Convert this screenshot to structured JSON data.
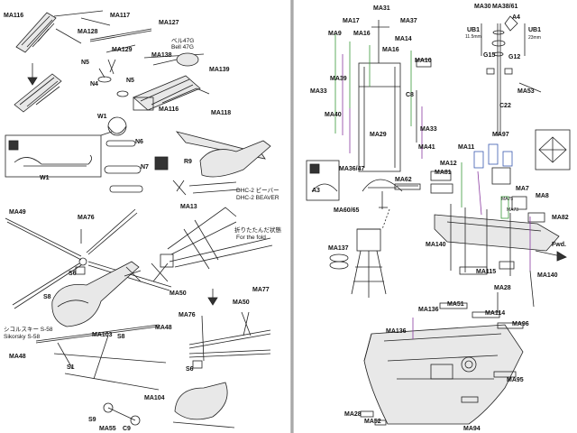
{
  "left_page": {
    "labels": {
      "MA116_top": "MA116",
      "MA117": "MA117",
      "MA127": "MA127",
      "MA128": "MA128",
      "MA129": "MA129",
      "MA138": "MA138",
      "MA139": "MA139",
      "N5_a": "N5",
      "N4": "N4",
      "N5_b": "N5",
      "MA116_mid": "MA116",
      "MA118": "MA118",
      "W1_a": "W1",
      "N6": "N6",
      "N7": "N7",
      "W1_b": "W1",
      "R9": "R9",
      "MA13": "MA13",
      "MA49": "MA49",
      "MA76_a": "MA76",
      "S6_a": "S6",
      "S8_a": "S8",
      "MA50_a": "MA50",
      "MA77": "MA77",
      "MA50_b": "MA50",
      "MA76_b": "MA76",
      "MA103": "MA103",
      "S8_b": "S8",
      "MA48_a": "MA48",
      "MA48_b": "MA48",
      "S1": "S1",
      "S6_b": "S6",
      "MA104": "MA104",
      "S9": "S9",
      "MA55": "MA55",
      "C9": "C9"
    },
    "notes": {
      "bell_jp": "ベル47G",
      "bell_en": "Bell 47G",
      "beaver_jp": "DHC-2 ビーバー",
      "beaver_en": "DHC-2 BEAVER",
      "fold_jp": "折りたたんだ状態",
      "fold_en": "For the fold",
      "sikorsky_jp": "シコルスキー S-58",
      "sikorsky_en": "Sikorsky S-58"
    }
  },
  "right_page": {
    "labels": {
      "MA31": "MA31",
      "MA17": "MA17",
      "MA37": "MA37",
      "MA38_61": "MA38/61",
      "A4": "A4",
      "MA30": "MA30",
      "MA9": "MA9",
      "MA16_a": "MA16",
      "MA14": "MA14",
      "MA16_b": "MA16",
      "UB1_a": "UB1",
      "UB1_b": "UB1",
      "G15": "G15",
      "G12": "G12",
      "MA10": "MA10",
      "MA39": "MA39",
      "MA33_a": "MA33",
      "C8": "C8",
      "MA53": "MA53",
      "C22": "C22",
      "MA40": "MA40",
      "MA33_b": "MA33",
      "MA29": "MA29",
      "MA97": "MA97",
      "MA41": "MA41",
      "MA11": "MA11",
      "MA12": "MA12",
      "MA81": "MA81",
      "MA36_47": "MA36/47",
      "MA62": "MA62",
      "MA7": "MA7",
      "MA8": "MA8",
      "A3": "A3",
      "MA60_65": "MA60/65",
      "MA82": "MA82",
      "MA140_a": "MA140",
      "MA137": "MA137",
      "MA115": "MA115",
      "MA140_b": "MA140",
      "Fwd": "Fwd.",
      "MA28_a": "MA28",
      "MA51": "MA51",
      "MA136_a": "MA136",
      "MA114": "MA114",
      "MA96": "MA96",
      "MA136_b": "MA136",
      "MA95": "MA95",
      "MA28_b": "MA28",
      "MA52": "MA52",
      "MA94": "MA94",
      "MA75": "MA75",
      "MA73": "MA73"
    },
    "notes": {
      "dim_a": "11.5mm",
      "dim_b": "23mm"
    }
  }
}
